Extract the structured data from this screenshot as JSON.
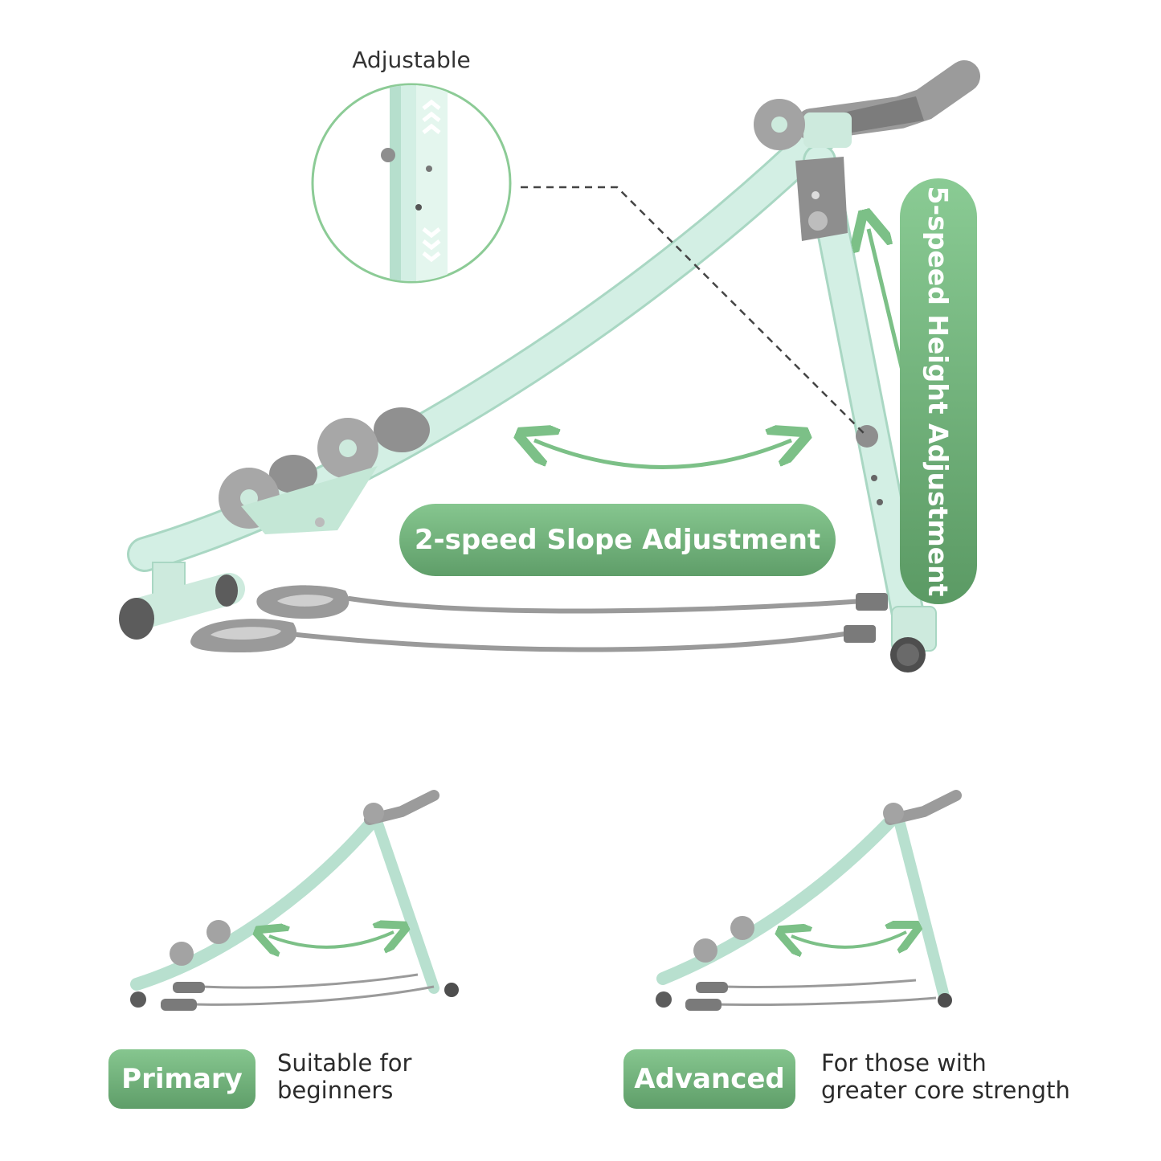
{
  "zoom_label": "Adjustable",
  "slope_label": "2-speed Slope Adjustment",
  "height_label": "5-speed Height Adjustment",
  "levels": [
    {
      "badge": "Primary",
      "desc_line1": "Suitable for",
      "desc_line2": "beginners"
    },
    {
      "badge": "Advanced",
      "desc_line1": "For those with",
      "desc_line2": "greater core strength"
    }
  ],
  "colors": {
    "frame": "#cdeadd",
    "frame_edge": "#a9d7c3",
    "accent_green": "#76b980",
    "rubber_gray": "#9a9a9a",
    "dark_gray": "#555555"
  }
}
